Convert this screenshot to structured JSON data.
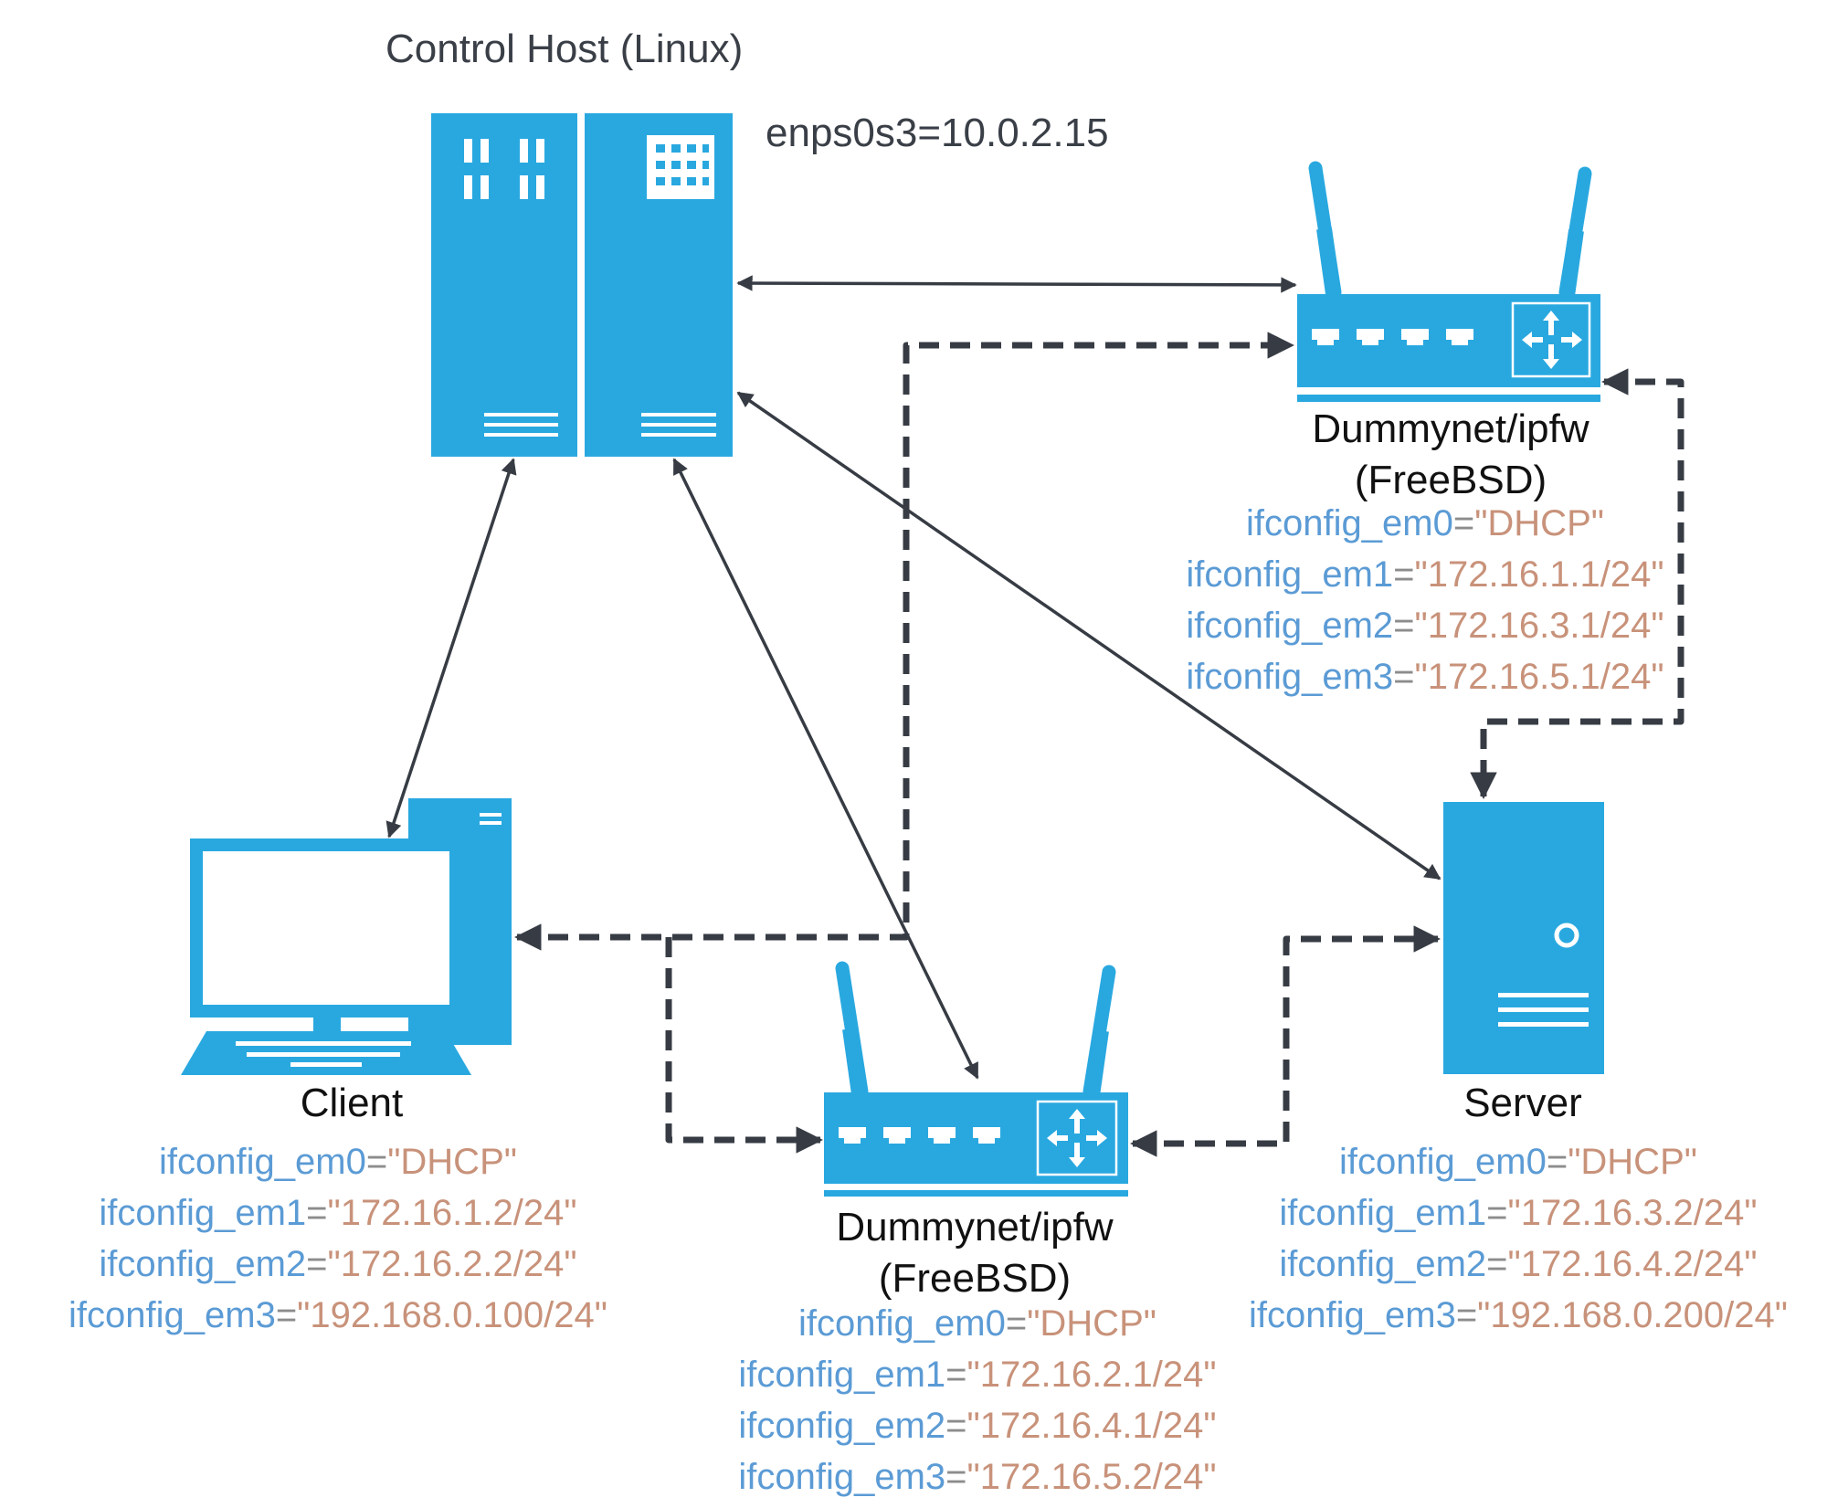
{
  "colors": {
    "device": "#29a8e0",
    "connector": "#373c44",
    "config_key": "#5b9bd5",
    "config_value": "#c8927a",
    "config_equals": "#8c8c8c"
  },
  "control_host": {
    "title": "Control Host (Linux)",
    "interface": "enps0s3=10.0.2.15",
    "icon": "server-rack-icon"
  },
  "router_top": {
    "name_line1": "Dummynet/ipfw",
    "name_line2": "(FreeBSD)",
    "icon": "router-icon",
    "config": [
      {
        "key": "ifconfig_em0",
        "eq": "=",
        "value": "\"DHCP\""
      },
      {
        "key": "ifconfig_em1",
        "eq": "=",
        "value": "\"172.16.1.1/24\""
      },
      {
        "key": "ifconfig_em2",
        "eq": "=",
        "value": "\"172.16.3.1/24\""
      },
      {
        "key": "ifconfig_em3",
        "eq": "=",
        "value": "\"172.16.5.1/24\""
      }
    ]
  },
  "client": {
    "name": "Client",
    "icon": "desktop-computer-icon",
    "config": [
      {
        "key": "ifconfig_em0",
        "eq": "=",
        "value": "\"DHCP\""
      },
      {
        "key": "ifconfig_em1",
        "eq": "=",
        "value": "\"172.16.1.2/24\""
      },
      {
        "key": "ifconfig_em2",
        "eq": "=",
        "value": "\"172.16.2.2/24\""
      },
      {
        "key": "ifconfig_em3",
        "eq": "=",
        "value": "\"192.168.0.100/24\""
      }
    ]
  },
  "router_bottom": {
    "name_line1": "Dummynet/ipfw",
    "name_line2": "(FreeBSD)",
    "icon": "router-icon",
    "config": [
      {
        "key": "ifconfig_em0",
        "eq": "=",
        "value": "\"DHCP\""
      },
      {
        "key": "ifconfig_em1",
        "eq": "=",
        "value": "\"172.16.2.1/24\""
      },
      {
        "key": "ifconfig_em2",
        "eq": "=",
        "value": "\"172.16.4.1/24\""
      },
      {
        "key": "ifconfig_em3",
        "eq": "=",
        "value": "\"172.16.5.2/24\""
      }
    ]
  },
  "server": {
    "name": "Server",
    "icon": "server-tower-icon",
    "config": [
      {
        "key": "ifconfig_em0",
        "eq": "=",
        "value": "\"DHCP\""
      },
      {
        "key": "ifconfig_em1",
        "eq": "=",
        "value": "\"172.16.3.2/24\""
      },
      {
        "key": "ifconfig_em2",
        "eq": "=",
        "value": "\"172.16.4.2/24\""
      },
      {
        "key": "ifconfig_em3",
        "eq": "=",
        "value": "\"192.168.0.200/24\""
      }
    ]
  }
}
